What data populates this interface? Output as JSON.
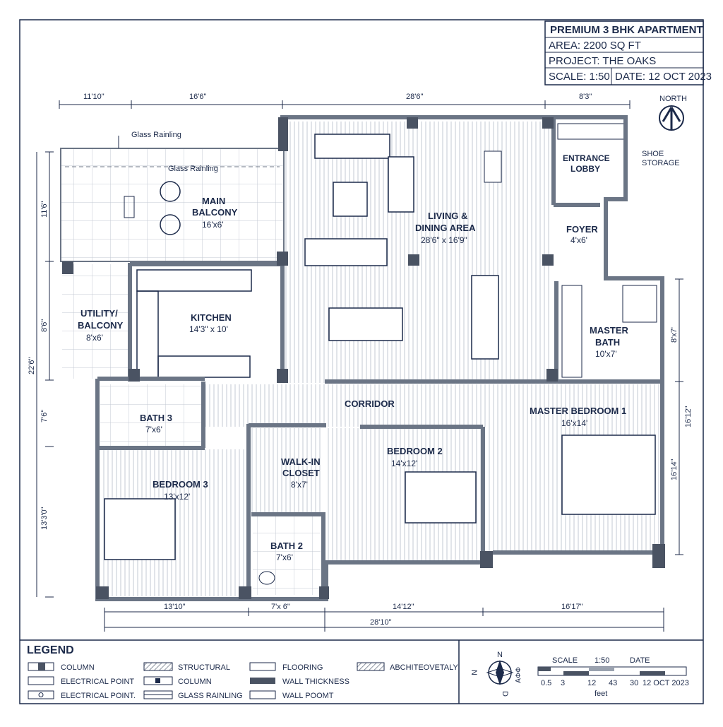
{
  "title_block": {
    "title": "PREMIUM 3 BHK APARTMENT",
    "area": "AREA: 2200 SQ FT",
    "project": "PROJECT: THE OAKS",
    "scale": "SCALE: 1:50",
    "date": "DATE: 12 OCT 2023"
  },
  "north_label": "NORTH",
  "annotations": {
    "glass_railing_1": "Glass Rainling",
    "glass_railing_2": "Glass Rainling",
    "shoe_storage_1": "SHOE",
    "shoe_storage_2": "STORAGE"
  },
  "rooms": {
    "main_balcony": {
      "name1": "MAIN",
      "name2": "BALCONY",
      "dim": "16'x6'"
    },
    "living": {
      "name1": "LIVING &",
      "name2": "DINING AREA",
      "dim": "28'6\" x 16'9\""
    },
    "entrance": {
      "name1": "ENTRANCE",
      "name2": "LOBBY"
    },
    "foyer": {
      "name": "FOYER",
      "dim": "4'x6'"
    },
    "utility": {
      "name1": "UTILITY/",
      "name2": "BALCONY",
      "dim": "8'x6'"
    },
    "kitchen": {
      "name": "KITCHEN",
      "dim": "14'3\" x 10'"
    },
    "master_bath": {
      "name1": "MASTER",
      "name2": "BATH",
      "dim": "10'x7'"
    },
    "corridor": {
      "name": "CORRIDOR"
    },
    "bath3": {
      "name": "BATH 3",
      "dim": "7'x6'"
    },
    "master_bedroom": {
      "name": "MASTER BEDROOM 1",
      "dim": "16'x14'"
    },
    "walkin": {
      "name1": "WALK-IN",
      "name2": "CLOSET",
      "dim": "8'x7'"
    },
    "bedroom2": {
      "name": "BEDROOM 2",
      "dim": "14'x12'"
    },
    "bedroom3": {
      "name": "BEDROOM 3",
      "dim": "13'x12'"
    },
    "bath2": {
      "name": "BATH 2",
      "dim": "7'x6'"
    }
  },
  "dimensions": {
    "top": [
      "11'10\"",
      "16'6\"",
      "28'6\"",
      "8'3\""
    ],
    "left": [
      "11'6\"",
      "8'6\"",
      "22'6\"",
      "7'6\"",
      "13'3'0\""
    ],
    "right": [
      "8'x7'",
      "16'12\"",
      "16'14\""
    ],
    "bottom": [
      "13'10\"",
      "7'x 6\"",
      "14'12\"",
      "16'17\"",
      "28'10\""
    ]
  },
  "legend": {
    "title": "LEGEND",
    "items": [
      "COLUMN",
      "STRUCTURAL",
      "FLOORING",
      "ABCHITEOVETALY",
      "ELECTRICAL POINT",
      "COLUMN",
      "WALL THICKNESS",
      "ELECTRICAL POINT.",
      "GLASS RAINLING",
      "WALL POOMT"
    ]
  },
  "scale_block": {
    "compass_n": "N",
    "compass_w": "N",
    "compass_s": "D",
    "compass_e": "ΦΦ∀",
    "scale_label": "SCALE",
    "scale_value": "1:50",
    "date_label": "DATE",
    "ticks": [
      "0.5",
      "3",
      "12",
      "43",
      "30"
    ],
    "date_value": "12 OCT 2023",
    "unit": "feet"
  },
  "colors": {
    "ink": "#1c2a4a",
    "wall": "#6b7585",
    "column": "#4a5363"
  }
}
